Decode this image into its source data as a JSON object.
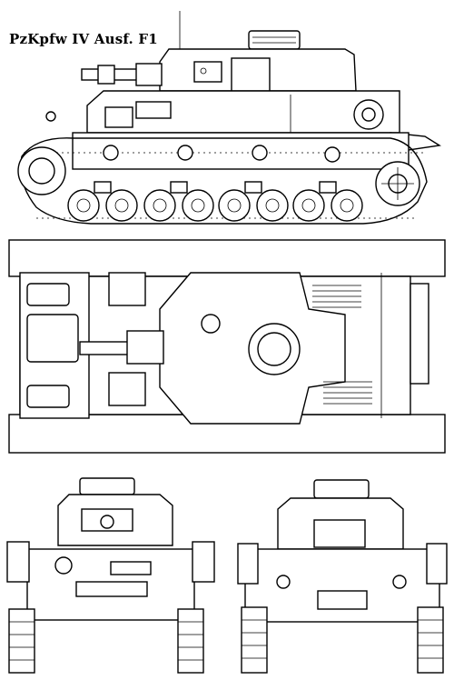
{
  "title": "PzKpfw IV Ausf. F1",
  "views": [
    "side-view",
    "top-view",
    "front-view",
    "rear-view"
  ]
}
